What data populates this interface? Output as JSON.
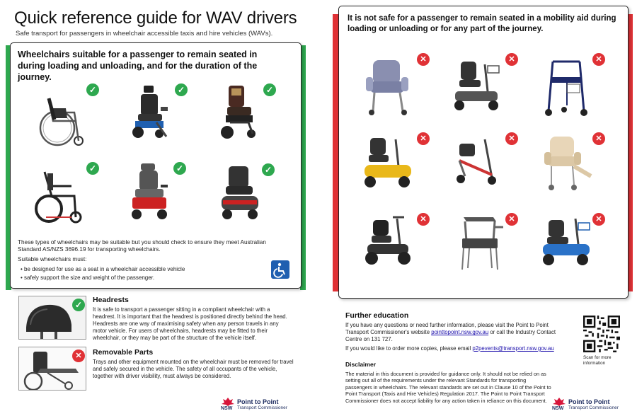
{
  "left": {
    "title": "Quick reference guide for WAV drivers",
    "subtitle": "Safe transport for passengers in wheelchair accessible taxis and hire vehicles (WAVs).",
    "suitable": {
      "heading": "Wheelchairs suitable for a passenger to remain seated in during loading and unloading, and for the duration of the journey.",
      "note": "These types of wheelchairs may be suitable but you should check to ensure they meet Australian Standard AS/NZS 3696.19 for transporting wheelchairs.",
      "must_title": "Suitable wheelchairs must:",
      "must_items": [
        "be designed for use as a seat in a wheelchair accessible vehicle",
        "safely support the size and weight of the passenger."
      ],
      "accessibility_icon": "wheelchair-accessibility-icon"
    },
    "headrests": {
      "title": "Headrests",
      "body": "It is safe to transport a passenger sitting in a compliant wheelchair with a headrest. It is important that the headrest is positioned directly behind the head.  Headrests are one way of maximising safety when any person travels in any motor vehicle. For users of wheelchairs, headrests may be fitted to their wheelchair, or they may be part of the structure of the vehicle itself."
    },
    "removable": {
      "title": "Removable Parts",
      "body": "Trays and other equipment mounted on the wheelchair must be removed for travel and safely secured in the vehicle. The safety of all occupants of the vehicle, together with driver visibility, must always be considered."
    },
    "logo": {
      "nsw": "NSW",
      "main": "Point to Point",
      "sub": "Transport Commissioner"
    }
  },
  "right": {
    "unsafe_heading": "It is not safe for a passenger to remain seated in a mobility aid during loading or unloading or for any part of the journey.",
    "further_title": "Further education",
    "further_body_pre": "If you have any questions or need further information, please visit the Point to Point Transport Commissioner's website ",
    "further_link": "pointtopoint.nsw.gov.au",
    "further_body_post": " or call the Industry Contact Centre on 131 727.",
    "order_pre": "If you would like to order more copies, please email ",
    "order_email": "p2pevents@transport.nsw.gov.au",
    "disclaimer_title": "Disclaimer",
    "disclaimer_body": "The material in this document is provided for guidance only. It should not be relied on as setting out all of the requirements under the relevant Standards for transporting passengers in wheelchairs. The relevant standards are set out in Clause 10 of the Point to Point Transport (Taxis and Hire Vehicles) Regulation 2017. The Point to Point Transport Commissioner does not accept liability for any action taken in reliance on this document.",
    "qr_caption": "Scan for more information",
    "logo": {
      "nsw": "NSW",
      "main": "Point to Point",
      "sub": "Transport Commissioner"
    }
  },
  "colors": {
    "green": "#2ea84f",
    "red": "#e03236",
    "navy": "#1b2a5e",
    "access_blue": "#1f5fb0"
  },
  "icons": {
    "check": "check-icon",
    "cross": "cross-icon"
  }
}
